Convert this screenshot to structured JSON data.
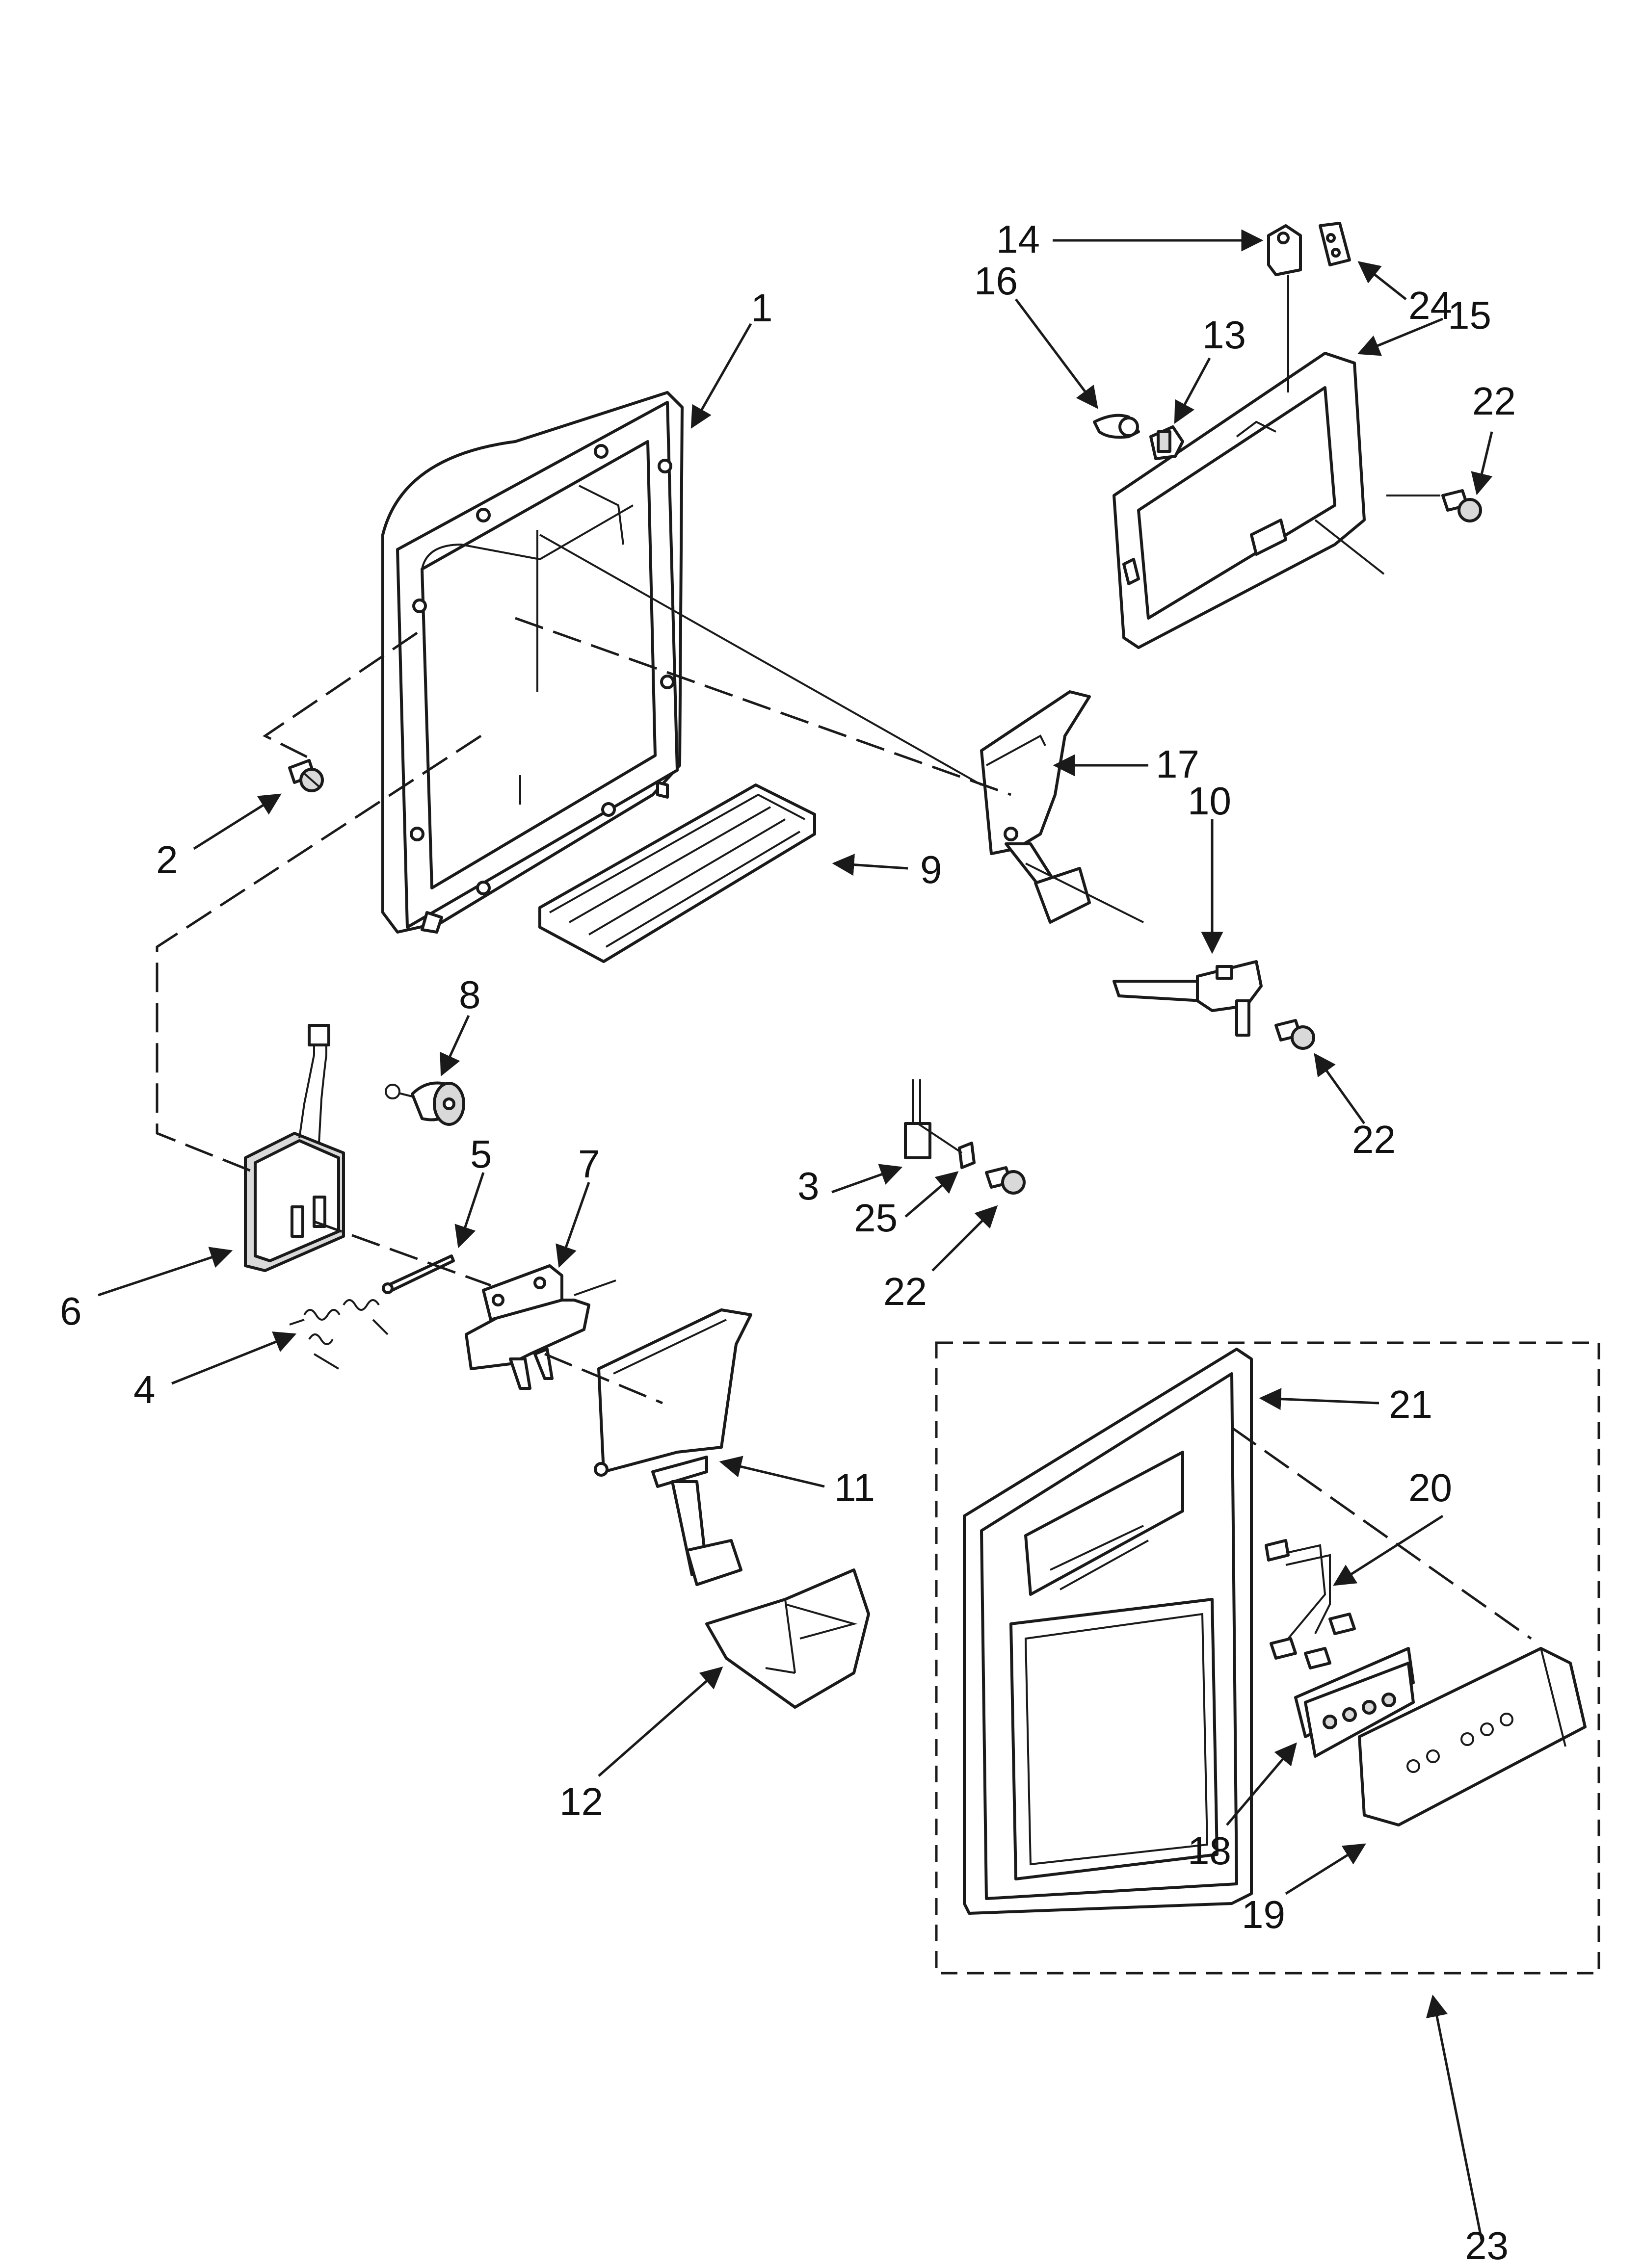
{
  "callouts": {
    "c1": "1",
    "c2": "2",
    "c3": "3",
    "c4": "4",
    "c5": "5",
    "c6": "6",
    "c7": "7",
    "c8": "8",
    "c9": "9",
    "c10": "10",
    "c11": "11",
    "c12": "12",
    "c13": "13",
    "c14": "14",
    "c15": "15",
    "c16": "16",
    "c17": "17",
    "c18": "18",
    "c19": "19",
    "c20": "20",
    "c21": "21",
    "c22a": "22",
    "c22b": "22",
    "c22c": "22",
    "c23": "23",
    "c24": "24",
    "c25": "25"
  },
  "colors": {
    "line": "#1a1a1a",
    "background": "#ffffff",
    "shade": "#d9d9d9"
  }
}
